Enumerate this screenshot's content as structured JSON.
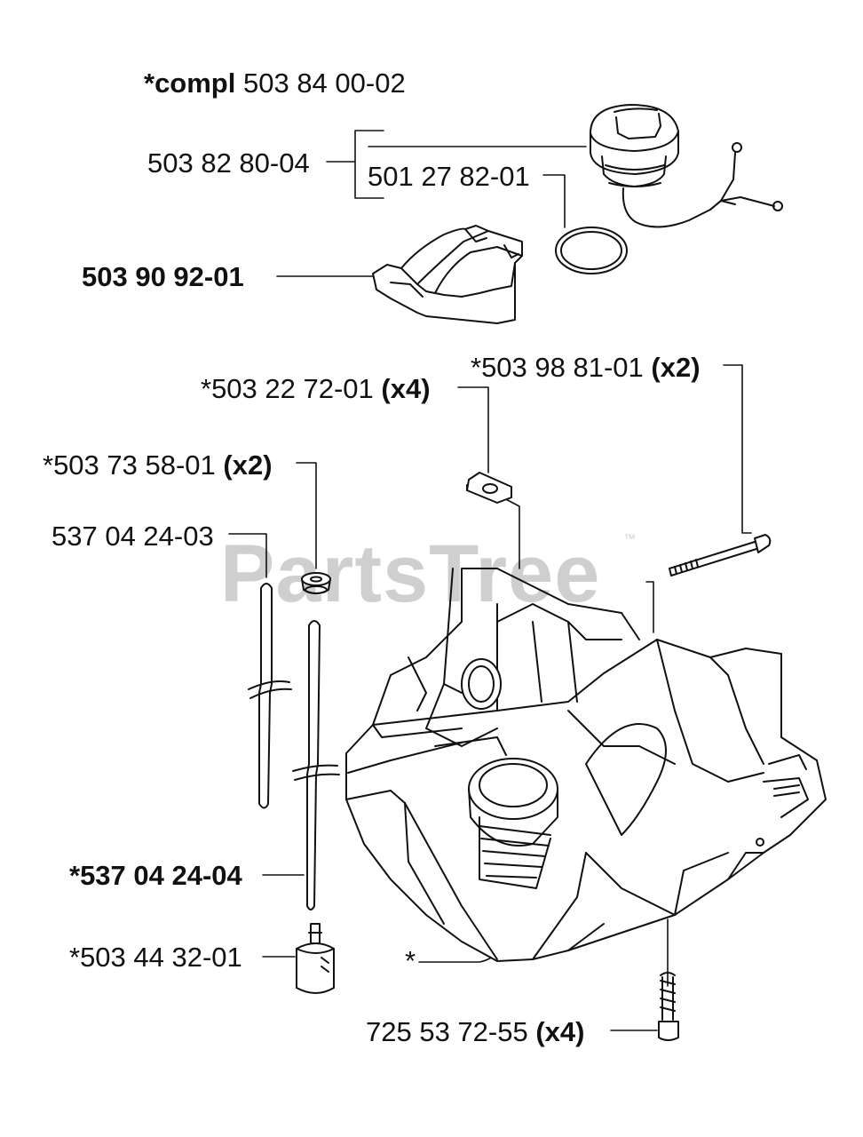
{
  "watermark": {
    "text": "PartsTree",
    "tm": "™"
  },
  "labels": {
    "compl_prefix": "*compl",
    "compl_number": "503 84 00-02",
    "cap_assembly": "503 82 80-04",
    "o_ring": "501 27 82-01",
    "heat_shield": "503 90 92-01",
    "bolt_long_number": "*503 98 81-01",
    "bolt_long_qty": "(x2)",
    "clip_number": "*503 22 72-01",
    "clip_qty": "(x4)",
    "grommet_number": "*503 73 58-01",
    "grommet_qty": "(x2)",
    "hose_1": "537 04 24-03",
    "hose_2": "*537 04 24-04",
    "filter": "*503 44 32-01",
    "tank": "*",
    "screw_number": "725 53 72-55",
    "screw_qty": "(x4)"
  },
  "colors": {
    "line": "#111111",
    "watermark": "#cfcfcf"
  }
}
